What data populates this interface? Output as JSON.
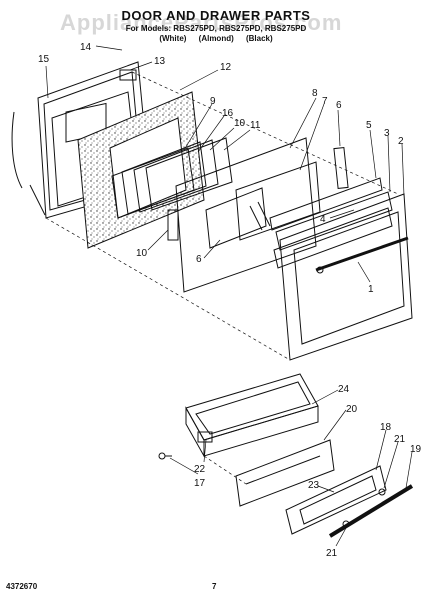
{
  "header": {
    "title": "DOOR AND DRAWER PARTS",
    "models": "For Models: RBS275PD, RBS275PD, RBS275PD",
    "variants": "(White) (Almond) (Black)"
  },
  "watermark": "AppliancePartsPros.com",
  "footer": {
    "doc_number": "4372670",
    "page": "7"
  },
  "callouts": [
    "14",
    "13",
    "15",
    "12",
    "9",
    "16",
    "10",
    "11",
    "8",
    "7",
    "6",
    "5",
    "3",
    "2",
    "4",
    "10",
    "6",
    "1",
    "24",
    "20",
    "18",
    "21",
    "19",
    "22",
    "23",
    "17",
    "21"
  ]
}
